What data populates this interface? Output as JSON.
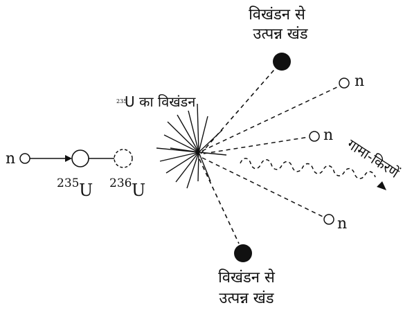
{
  "labels": {
    "fragment_top_line1": "विखंडन से",
    "fragment_top_line2": "उत्पन्न खंड",
    "fragment_bottom_line1": "विखंडन से",
    "fragment_bottom_line2": "उत्पन्न खंड",
    "fission_caption_mass": "235",
    "fission_caption_text": "U का विखंडन",
    "incoming_neutron": "n",
    "u235_mass": "235",
    "u235_symbol": "U",
    "u236_mass": "236",
    "u236_symbol": "U",
    "neutron_1": "n",
    "neutron_2": "n",
    "neutron_3": "n",
    "gamma_rays": "गामा-किरणें"
  },
  "colors": {
    "ink": "#111111",
    "fragment_fill": "#111111",
    "background": "#ffffff"
  }
}
